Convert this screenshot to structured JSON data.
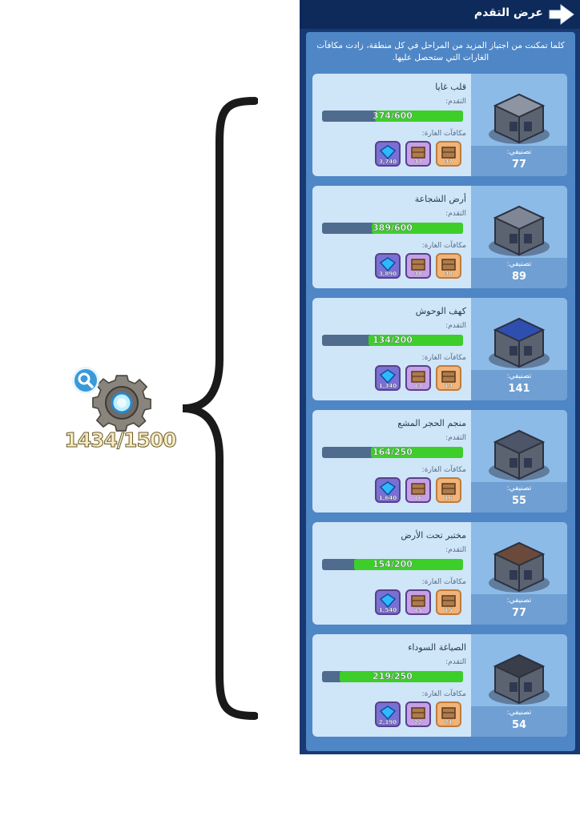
{
  "overview": {
    "progress_text": "1434/1500"
  },
  "header": {
    "title": "عرض التقدم"
  },
  "intro_text": "كلما تمكنت من اجتياز المزيد من المراحل في كل منطقة، زادت مكافآت الغارات التي ستحصل عليها.",
  "labels": {
    "progress": "التقدم:",
    "rewards": "مكافآت الغارة:",
    "rating": "تصنيفي:"
  },
  "colors": {
    "panel": "#173a72",
    "card": "#cfe5f8",
    "bar_fill": "#3ece2a"
  },
  "regions": [
    {
      "name": "قلب غايا",
      "progress_text": "374/600",
      "progress": 0.623,
      "rewards": [
        "3,740",
        "37",
        "37"
      ],
      "rating": "77"
    },
    {
      "name": "أرض الشجاعة",
      "progress_text": "389/600",
      "progress": 0.648,
      "rewards": [
        "3,890",
        "38",
        "38"
      ],
      "rating": "89"
    },
    {
      "name": "كهف الوحوش",
      "progress_text": "134/200",
      "progress": 0.67,
      "rewards": [
        "1,340",
        "13",
        "13"
      ],
      "rating": "141"
    },
    {
      "name": "منجم الحجر المشع",
      "progress_text": "164/250",
      "progress": 0.656,
      "rewards": [
        "1,640",
        "16",
        "16"
      ],
      "rating": "55"
    },
    {
      "name": "مختبر تحت الأرض",
      "progress_text": "154/200",
      "progress": 0.77,
      "rewards": [
        "1,540",
        "15",
        "15"
      ],
      "rating": "77"
    },
    {
      "name": "الصياغة السوداء",
      "progress_text": "219/250",
      "progress": 0.876,
      "rewards": [
        "2,190",
        "22",
        "21"
      ],
      "rating": "54"
    }
  ]
}
